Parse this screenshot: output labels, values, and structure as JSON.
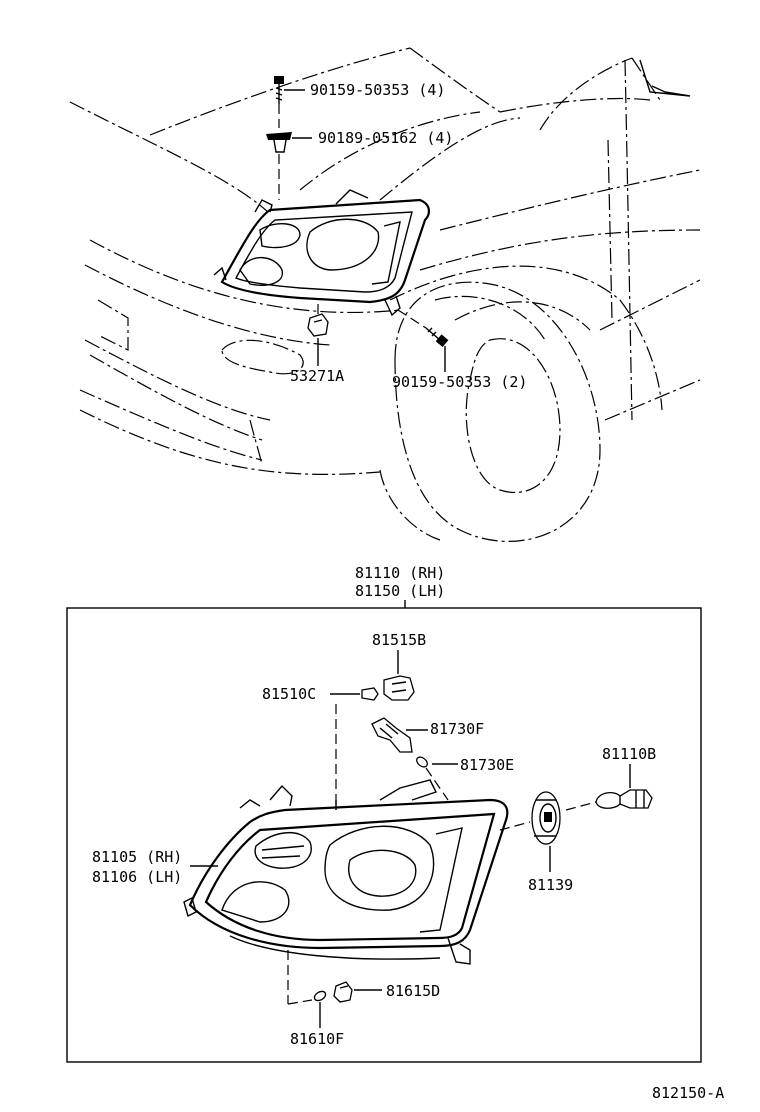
{
  "top_view": {
    "labels": {
      "bolt_upper": "90159-50353 (4)",
      "clip_upper": "90189-05162 (4)",
      "bracket": "53271A",
      "bolt_lower": "90159-50353 (2)"
    }
  },
  "assembly": {
    "rh": "81110 (RH)",
    "lh": "81150 (LH)"
  },
  "parts": {
    "p81515B": "81515B",
    "p81510C": "81510C",
    "p81730F": "81730F",
    "p81730E": "81730E",
    "p81110B": "81110B",
    "p81105": "81105 (RH)",
    "p81106": "81106 (LH)",
    "p81139": "81139",
    "p81615D": "81615D",
    "p81610F": "81610F"
  },
  "figure_id": "812150-A"
}
